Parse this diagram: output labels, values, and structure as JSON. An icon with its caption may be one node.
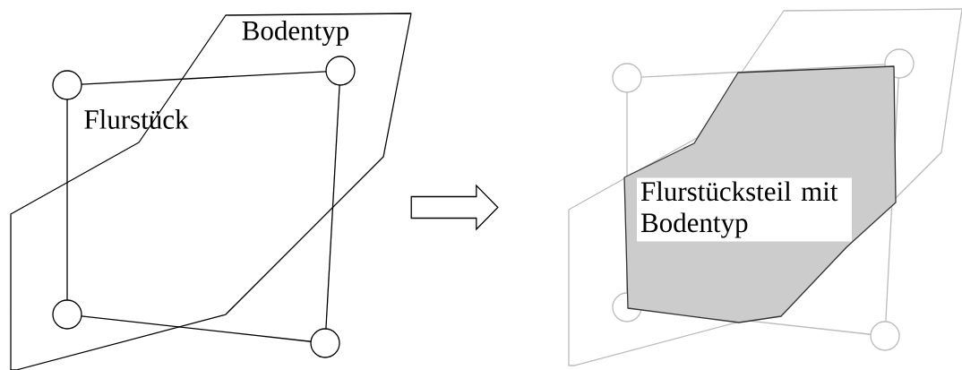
{
  "diagram": {
    "nodes": [
      {
        "text": [
          "Bodentyp",
          "Flurstück"
        ]
      },
      {
        "text": [
          "Flurstücksteil mit Bodentyp"
        ]
      }
    ],
    "edges": [
      {
        "from": 0,
        "to": 1,
        "arrow": "to"
      }
    ]
  }
}
